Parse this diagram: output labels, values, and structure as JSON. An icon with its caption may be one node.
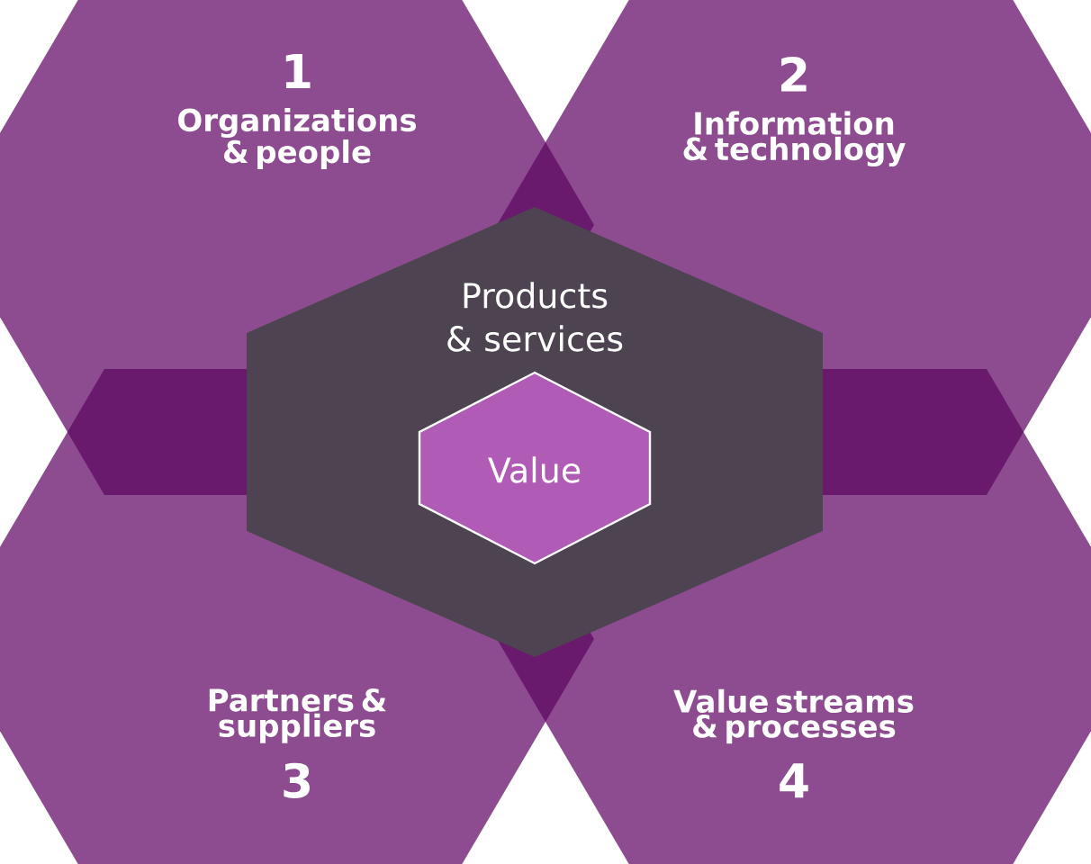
{
  "diagram": {
    "nodes": [
      {
        "text": [
          "1",
          "Organizations & people"
        ]
      },
      {
        "text": [
          "2",
          "Information & technology"
        ]
      },
      {
        "text": [
          "Partners & suppliers",
          "3"
        ]
      },
      {
        "text": [
          "Value streams & processes",
          "4"
        ]
      },
      {
        "text": [
          "Products & services"
        ]
      },
      {
        "text": [
          "Value"
        ],
        "in": 4
      }
    ],
    "edges": []
  }
}
